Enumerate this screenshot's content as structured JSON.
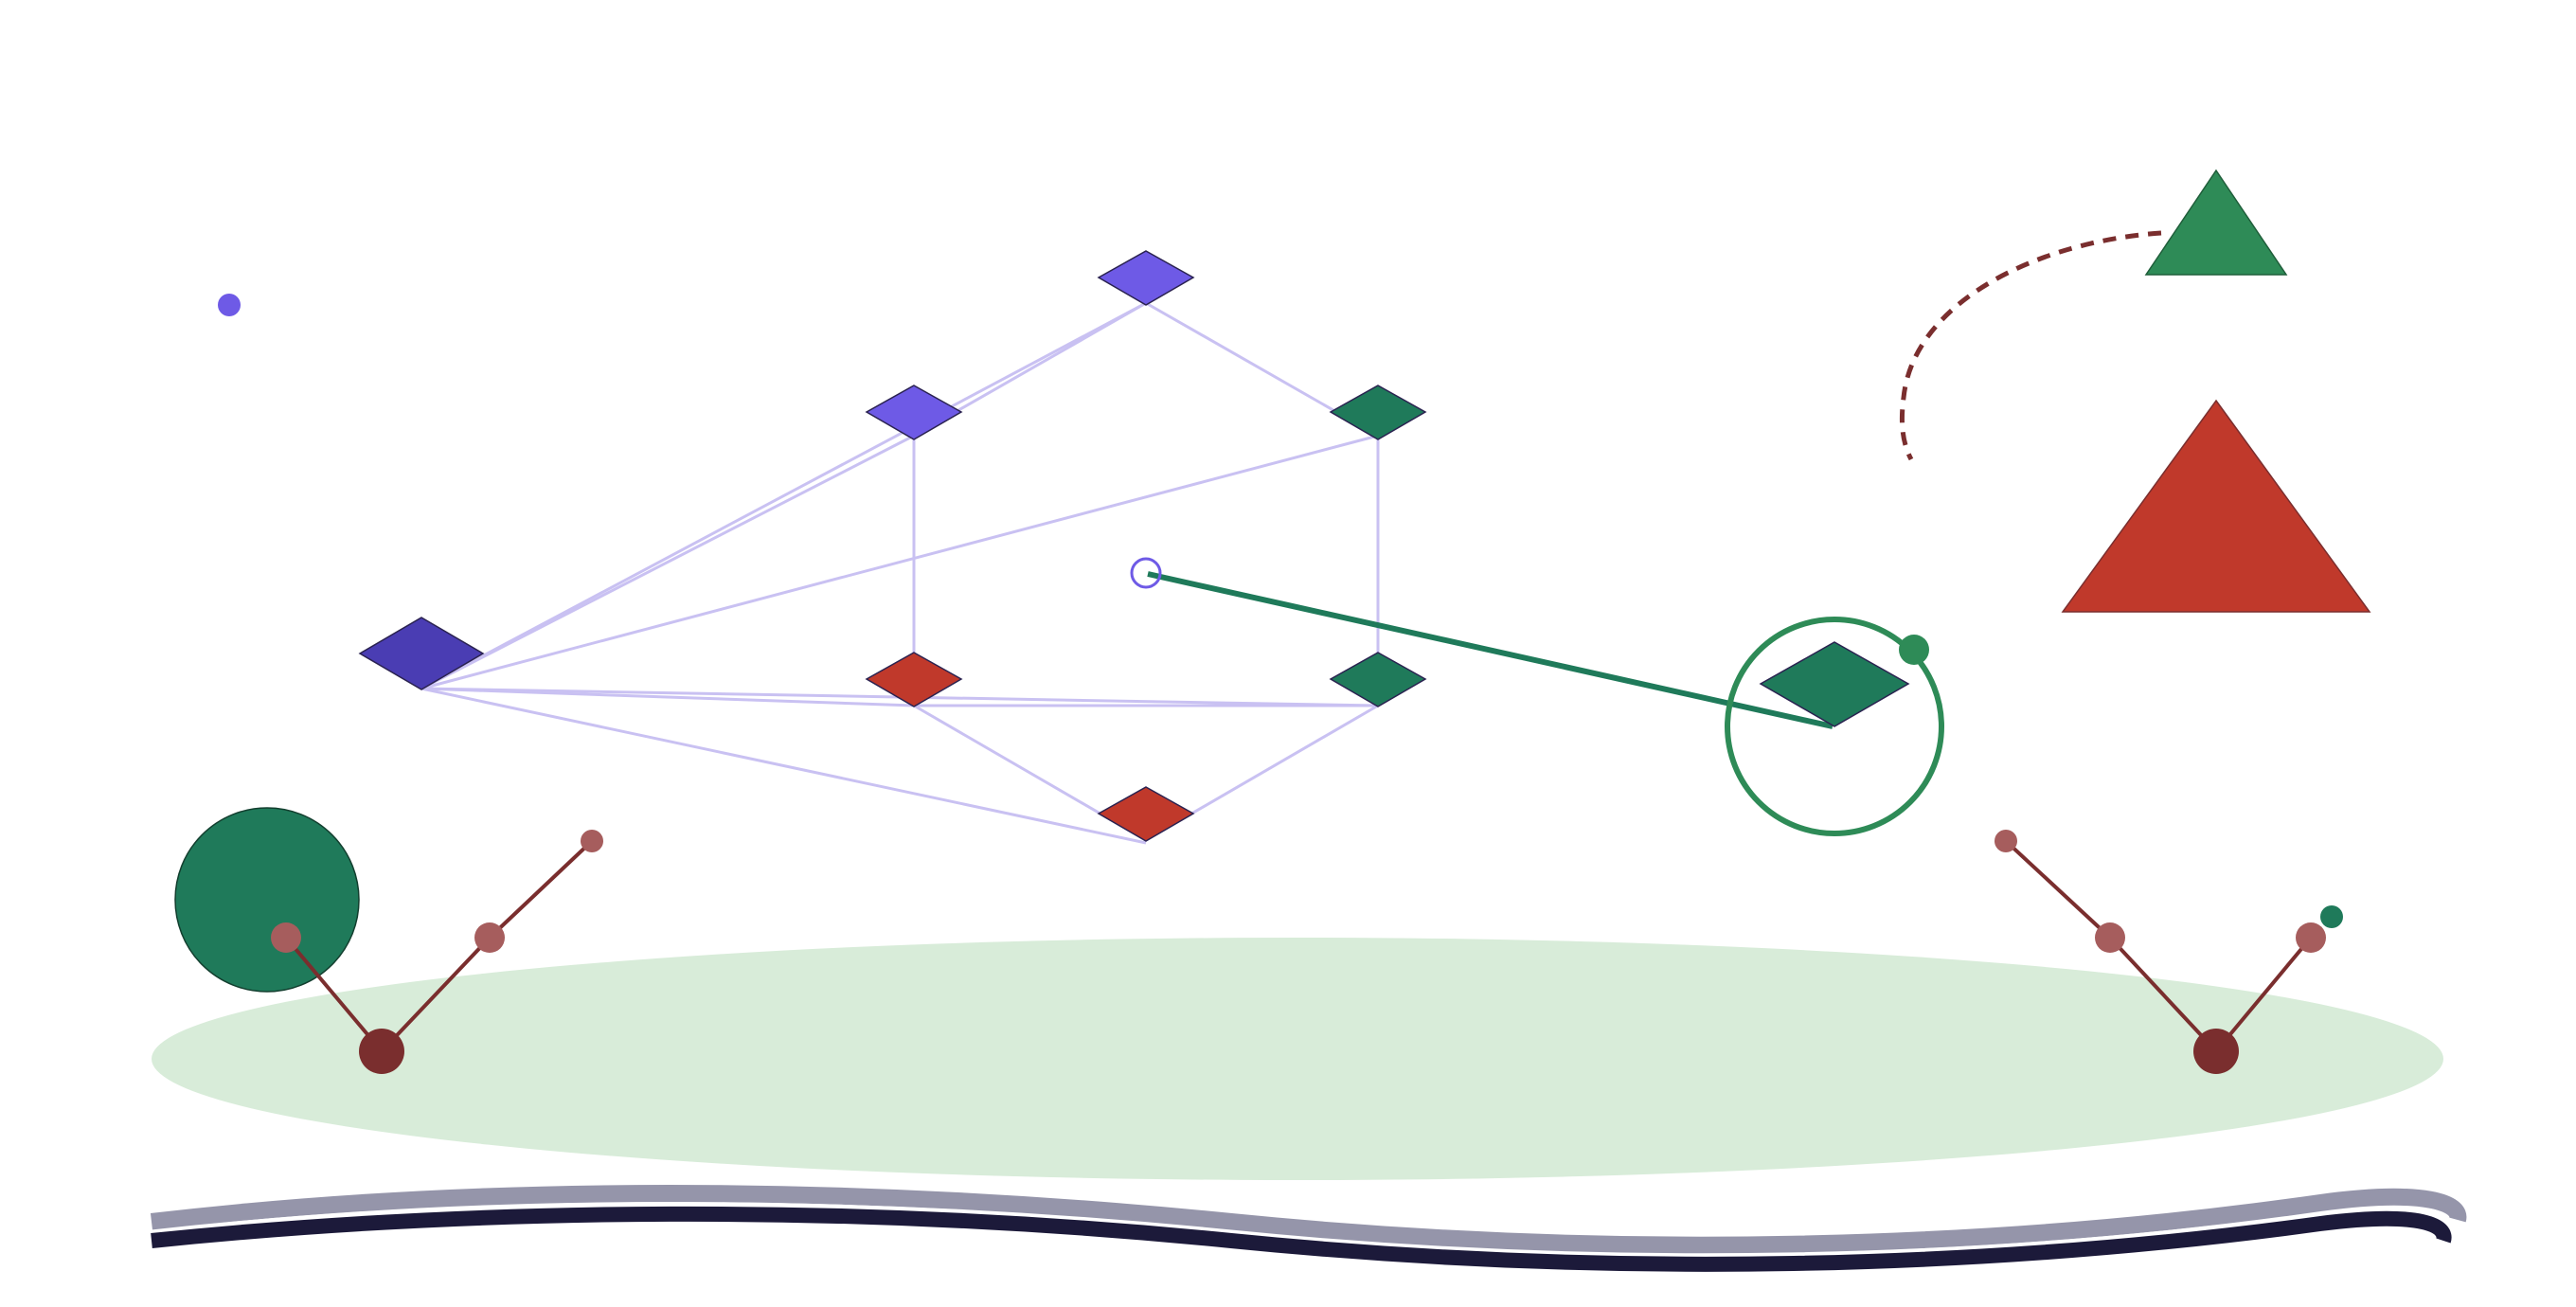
{
  "canvas": {
    "background": "#ffffff"
  },
  "colors": {
    "lattice_edge": "#c9c1f2",
    "node_outline": "#2a2250",
    "violet": "#6e5ae6",
    "indigo": "#4a3db3",
    "teal": "#1f7a5a",
    "red": "#c0392b",
    "green": "#2e8b57",
    "maroon": "#7a2e2e",
    "mauve": "#a65d5d",
    "pale_green": "#d8ecd9",
    "ink": "#1c1a3a",
    "slate": "#9595aa"
  },
  "lattice": {
    "nodes": [
      {
        "id": "top",
        "color": "violet"
      },
      {
        "id": "upper-left",
        "color": "violet"
      },
      {
        "id": "upper-right",
        "color": "teal"
      },
      {
        "id": "far-left",
        "color": "indigo"
      },
      {
        "id": "middle-left",
        "color": "red"
      },
      {
        "id": "middle-right",
        "color": "teal"
      },
      {
        "id": "bottom",
        "color": "red"
      }
    ],
    "edges": [
      [
        "top",
        "upper-left"
      ],
      [
        "top",
        "upper-right"
      ],
      [
        "top",
        "far-left"
      ],
      [
        "upper-left",
        "far-left"
      ],
      [
        "upper-left",
        "middle-left"
      ],
      [
        "upper-right",
        "far-left"
      ],
      [
        "upper-right",
        "middle-right"
      ],
      [
        "far-left",
        "middle-left"
      ],
      [
        "far-left",
        "middle-right"
      ],
      [
        "far-left",
        "bottom"
      ],
      [
        "middle-left",
        "middle-right"
      ],
      [
        "middle-left",
        "bottom"
      ],
      [
        "middle-right",
        "bottom"
      ]
    ]
  },
  "shapes": {
    "triangles": [
      {
        "name": "green-triangle",
        "color": "green"
      },
      {
        "name": "red-triangle",
        "color": "red"
      }
    ],
    "stick_figures": [
      {
        "name": "left-stick-figure",
        "joint_color": "mauve",
        "root_color": "maroon"
      },
      {
        "name": "right-stick-figure",
        "joint_color": "mauve",
        "root_color": "maroon"
      }
    ],
    "connector": {
      "from": "hollow-marker",
      "to": "ring-diamond",
      "color": "teal"
    }
  }
}
